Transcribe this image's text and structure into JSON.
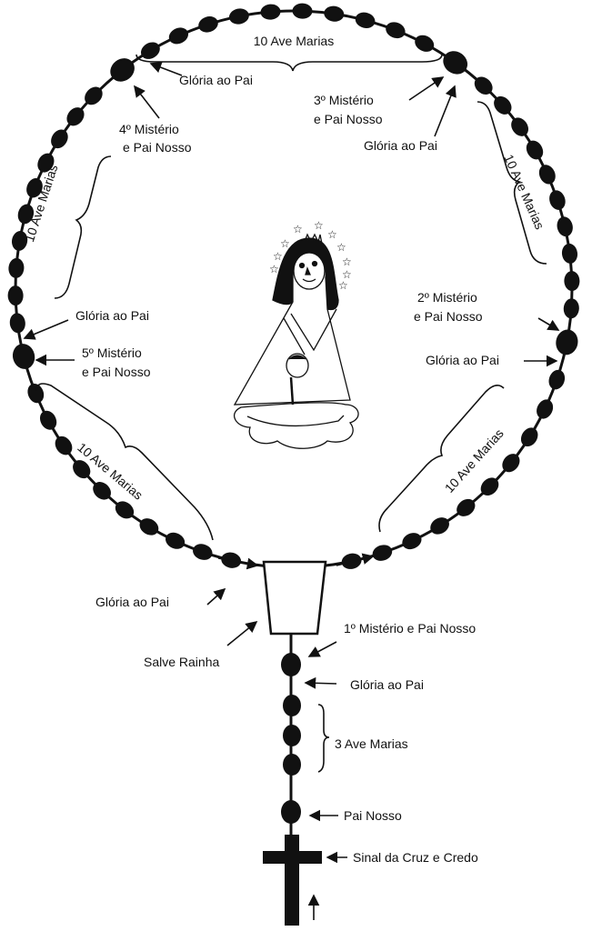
{
  "title": "Rosary prayer guide",
  "colors": {
    "ink": "#111111",
    "background": "#ffffff"
  },
  "labels": {
    "top_decade": "10 Ave Marias",
    "right_decade": "10 Ave Marias",
    "left_decade": "10 Ave Marias",
    "bottom_left_decade": "10 Ave Marias",
    "bottom_right_decade": "10 Ave Marias",
    "gloria_top_left": "Glória ao Pai",
    "mystery4_line1": "4º Mistério",
    "mystery4_line2": "e Pai Nosso",
    "mystery3_line1": "3º Mistério",
    "mystery3_line2": "e Pai Nosso",
    "gloria_top_right": "Glória ao Pai",
    "mystery2_line1": "2º Mistério",
    "mystery2_line2": "e Pai Nosso",
    "gloria_right": "Glória ao Pai",
    "gloria_left": "Glória ao Pai",
    "mystery5_line1": "5º Mistério",
    "mystery5_line2": "e Pai Nosso",
    "gloria_bottom_left": "Glória ao Pai",
    "salve_rainha": "Salve Rainha",
    "mystery1": "1º Mistério e Pai Nosso",
    "gloria_stem": "Glória ao Pai",
    "three_ave_marias": "3 Ave Marias",
    "pai_nosso": "Pai Nosso",
    "sinal_cruz": "Sinal da Cruz e Credo"
  }
}
